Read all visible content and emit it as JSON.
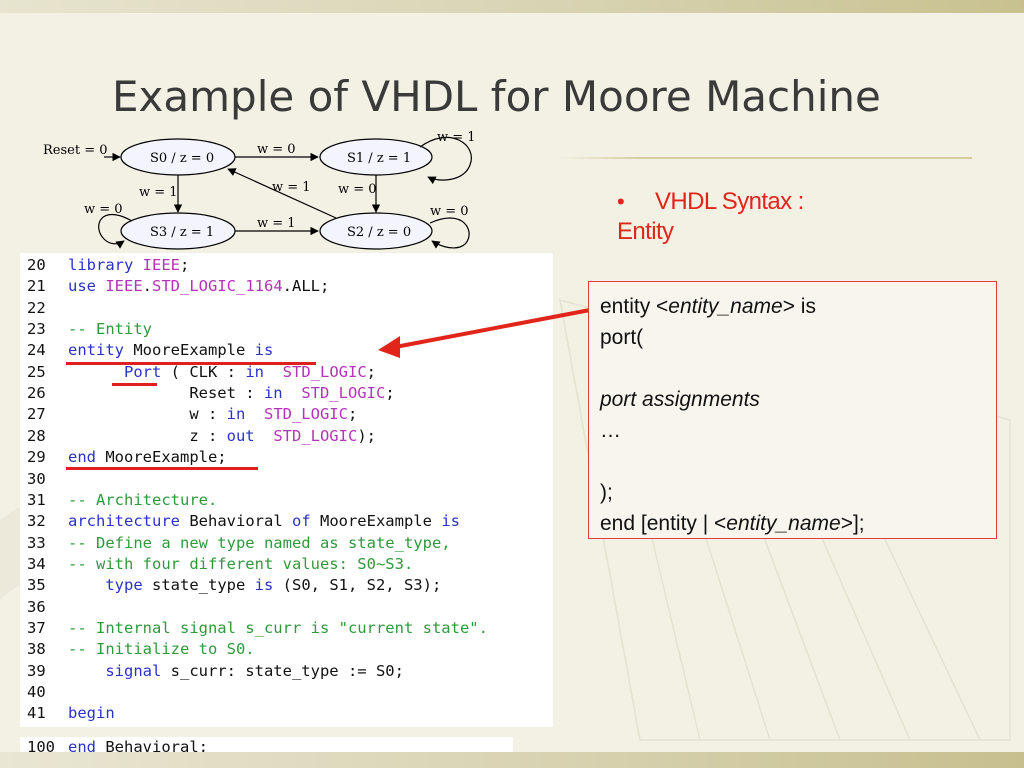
{
  "slide": {
    "title": "Example of VHDL for Moore Machine"
  },
  "diagram": {
    "reset_label": "Reset = 0",
    "states": [
      {
        "id": "S0",
        "label": "S0 / z = 0"
      },
      {
        "id": "S1",
        "label": "S1 / z = 1"
      },
      {
        "id": "S2",
        "label": "S2 / z = 0"
      },
      {
        "id": "S3",
        "label": "S3 / z = 1"
      }
    ],
    "transitions": [
      {
        "from": "S0",
        "to": "S1",
        "label": "w = 0"
      },
      {
        "from": "S1",
        "to": "S1",
        "label": "w = 1"
      },
      {
        "from": "S2",
        "to": "S0",
        "label": "w = 1"
      },
      {
        "from": "S1",
        "to": "S2",
        "label": "w = 0"
      },
      {
        "from": "S0",
        "to": "S3",
        "label": "w = 1"
      },
      {
        "from": "S3",
        "to": "S3",
        "label": "w = 0"
      },
      {
        "from": "S3",
        "to": "S2",
        "label": "w = 1"
      },
      {
        "from": "S2",
        "to": "S2",
        "label": "w = 0"
      }
    ]
  },
  "code": {
    "lines": [
      {
        "no": "20",
        "parts": [
          {
            "t": "library ",
            "c": "kw"
          },
          {
            "t": "IEEE",
            "c": "ty"
          },
          {
            "t": ";",
            "c": ""
          }
        ]
      },
      {
        "no": "21",
        "parts": [
          {
            "t": "use ",
            "c": "kw"
          },
          {
            "t": "IEEE",
            "c": "ty"
          },
          {
            "t": ".",
            "c": ""
          },
          {
            "t": "STD_LOGIC_1164",
            "c": "ty"
          },
          {
            "t": ".ALL;",
            "c": ""
          }
        ]
      },
      {
        "no": "22",
        "parts": []
      },
      {
        "no": "23",
        "parts": [
          {
            "t": "-- Entity",
            "c": "cm"
          }
        ]
      },
      {
        "no": "24",
        "parts": [
          {
            "t": "entity ",
            "c": "kw"
          },
          {
            "t": "MooreExample ",
            "c": ""
          },
          {
            "t": "is",
            "c": "kw"
          }
        ]
      },
      {
        "no": "25",
        "parts": [
          {
            "t": "      ",
            "c": ""
          },
          {
            "t": "Port",
            "c": "kw"
          },
          {
            "t": " ( CLK : ",
            "c": ""
          },
          {
            "t": "in",
            "c": "kw"
          },
          {
            "t": "  ",
            "c": ""
          },
          {
            "t": "STD_LOGIC",
            "c": "ty"
          },
          {
            "t": ";",
            "c": ""
          }
        ]
      },
      {
        "no": "26",
        "parts": [
          {
            "t": "             Reset : ",
            "c": ""
          },
          {
            "t": "in",
            "c": "kw"
          },
          {
            "t": "  ",
            "c": ""
          },
          {
            "t": "STD_LOGIC",
            "c": "ty"
          },
          {
            "t": ";",
            "c": ""
          }
        ]
      },
      {
        "no": "27",
        "parts": [
          {
            "t": "             w : ",
            "c": ""
          },
          {
            "t": "in",
            "c": "kw"
          },
          {
            "t": "  ",
            "c": ""
          },
          {
            "t": "STD_LOGIC",
            "c": "ty"
          },
          {
            "t": ";",
            "c": ""
          }
        ]
      },
      {
        "no": "28",
        "parts": [
          {
            "t": "             z : ",
            "c": ""
          },
          {
            "t": "out",
            "c": "kw"
          },
          {
            "t": "  ",
            "c": ""
          },
          {
            "t": "STD_LOGIC",
            "c": "ty"
          },
          {
            "t": ");",
            "c": ""
          }
        ]
      },
      {
        "no": "29",
        "parts": [
          {
            "t": "end ",
            "c": "kw"
          },
          {
            "t": "MooreExample;",
            "c": ""
          }
        ]
      },
      {
        "no": "30",
        "parts": []
      },
      {
        "no": "31",
        "parts": [
          {
            "t": "-- Architecture.",
            "c": "cm"
          }
        ]
      },
      {
        "no": "32",
        "parts": [
          {
            "t": "architecture ",
            "c": "kw"
          },
          {
            "t": "Behavioral ",
            "c": ""
          },
          {
            "t": "of ",
            "c": "kw"
          },
          {
            "t": "MooreExample ",
            "c": ""
          },
          {
            "t": "is",
            "c": "kw"
          }
        ]
      },
      {
        "no": "33",
        "parts": [
          {
            "t": "-- Define a new type named as state_type,",
            "c": "cm"
          }
        ]
      },
      {
        "no": "34",
        "parts": [
          {
            "t": "-- with four different values: S0~S3.",
            "c": "cm"
          }
        ]
      },
      {
        "no": "35",
        "parts": [
          {
            "t": "    ",
            "c": ""
          },
          {
            "t": "type ",
            "c": "kw"
          },
          {
            "t": "state_type ",
            "c": ""
          },
          {
            "t": "is",
            "c": "kw"
          },
          {
            "t": " (S0, S1, S2, S3);",
            "c": ""
          }
        ]
      },
      {
        "no": "36",
        "parts": []
      },
      {
        "no": "37",
        "parts": [
          {
            "t": "-- Internal signal s_curr is ",
            "c": "cm"
          },
          {
            "t": "\"current state\".",
            "c": "cm"
          }
        ]
      },
      {
        "no": "38",
        "parts": [
          {
            "t": "-- Initialize to S0.",
            "c": "cm"
          }
        ]
      },
      {
        "no": "39",
        "parts": [
          {
            "t": "    ",
            "c": ""
          },
          {
            "t": "signal ",
            "c": "kw"
          },
          {
            "t": "s_curr: state_type := S0;",
            "c": ""
          }
        ]
      },
      {
        "no": "40",
        "parts": []
      },
      {
        "no": "41",
        "parts": [
          {
            "t": "begin",
            "c": "kw"
          }
        ]
      }
    ],
    "last_line": {
      "no": "100",
      "parts": [
        {
          "t": "end ",
          "c": "kw"
        },
        {
          "t": "Behavioral;",
          "c": ""
        }
      ]
    }
  },
  "bullet": {
    "dot": "•",
    "line1": "VHDL Syntax :",
    "line2": "Entity"
  },
  "syntax_box": {
    "l1_a": "entity <",
    "l1_b": "entity_name",
    "l1_c": "> is",
    "l2": "port(",
    "l4": "port assignments",
    "l5": "…",
    "l7": ");",
    "l8_a": "end [entity | <",
    "l8_b": "entity_name",
    "l8_c": ">];"
  },
  "colors": {
    "accent_red": "#e1251b",
    "keyword_blue": "#2a32c7",
    "type_magenta": "#b433b6",
    "comment_green": "#2f9a3c"
  }
}
